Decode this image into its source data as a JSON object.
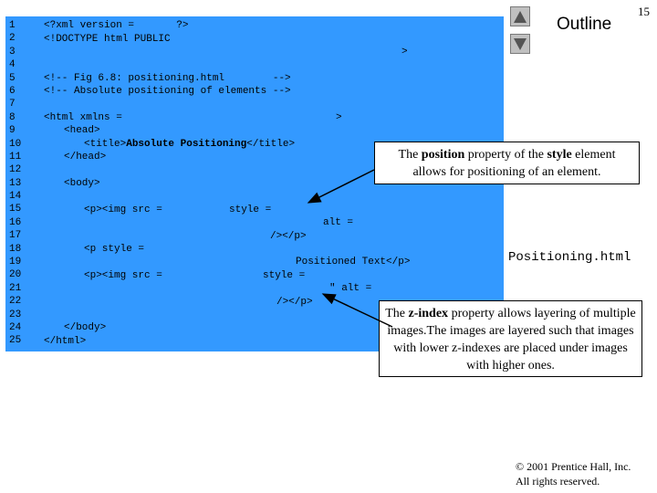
{
  "slide": {
    "page_number": "15",
    "outline_label": "Outline",
    "filename": "Positioning.html",
    "copyright_line1": "© 2001 Prentice Hall, Inc.",
    "copyright_line2": "All rights reserved."
  },
  "code": {
    "line_numbers": [
      "1",
      "2",
      "3",
      "4",
      "5",
      "6",
      "7",
      "8",
      "9",
      "10",
      "11",
      "12",
      "13",
      "14",
      "15",
      "16",
      "17",
      "18",
      "19",
      "20",
      "21",
      "22",
      "23",
      "24",
      "25"
    ],
    "lines": [
      "<?xml version =       ?>",
      "<!DOCTYPE html PUBLIC",
      ">",
      "<!-- Fig 6.8: positioning.html        -->",
      "<!-- Absolute positioning of elements -->",
      "<html xmlns =",
      ">",
      "<head>",
      "<title>",
      "Absolute Positioning",
      "</title>",
      "</head>",
      "<body>",
      "<p><img src =",
      "style =",
      "alt =",
      "/></p>",
      "<p style =",
      "Positioned Text</p>",
      "<p><img src =",
      "style =",
      "\" alt =",
      "/></p>",
      "</body>",
      "</html>"
    ]
  },
  "callouts": {
    "position": {
      "pre": "The ",
      "keyword1": "position",
      "mid": " property of the ",
      "keyword2": "style",
      "post": " element allows for positioning of an element."
    },
    "zindex": {
      "pre": "The ",
      "keyword": "z-index",
      "post": " property allows layering of multiple images.The images are layered such that images with lower z-indexes are placed under images with higher ones."
    }
  }
}
